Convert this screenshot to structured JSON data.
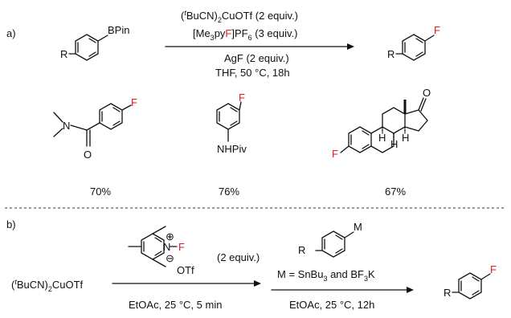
{
  "panels": {
    "a": {
      "label": "a)",
      "reagent_line1_pre": "(",
      "reagent_line1_t": "t",
      "reagent_line1_mid": "BuCN)",
      "reagent_line1_sub": "2",
      "reagent_line1_post": "CuOTf (2 equiv.)",
      "reagent_line2_a": "[Me",
      "reagent_line2_sub1": "3",
      "reagent_line2_b": "py",
      "reagent_line2_F": "F",
      "reagent_line2_c": "]PF",
      "reagent_line2_sub2": "6",
      "reagent_line2_d": " (3 equiv.)",
      "cond_line3": "AgF (2 equiv.)",
      "cond_line4": "THF, 50 °C, 18h",
      "substrate_R": "R",
      "substrate_group": "BPin",
      "product_R": "R",
      "product_F": "F",
      "examples": [
        {
          "yield": "70%",
          "labels": [
            "N",
            "O",
            "F"
          ]
        },
        {
          "yield": "76%",
          "labels": [
            "NHPiv",
            "F"
          ]
        },
        {
          "yield": "67%",
          "labels": [
            "F",
            "O",
            "H",
            "H",
            "H"
          ]
        }
      ]
    },
    "b": {
      "label": "b)",
      "cu_pre": "(",
      "cu_t": "t",
      "cu_mid": "BuCN)",
      "cu_sub": "2",
      "cu_post": "CuOTf",
      "pyr_N": "N",
      "pyr_plus": "⊕",
      "pyr_F": "F",
      "pyr_minus": "⊖",
      "pyr_OTf": "OTf",
      "equiv": "(2 equiv.)",
      "cond1": "EtOAc, 25 °C, 5 min",
      "aryl_R": "R",
      "aryl_M": "M",
      "m_line_a": "M = SnBu",
      "m_line_sub1": "3",
      "m_line_b": " and BF",
      "m_line_sub2": "3",
      "m_line_c": "K",
      "cond2": "EtOAc, 25 °C, 12h",
      "product_R": "R",
      "product_F": "F"
    }
  }
}
